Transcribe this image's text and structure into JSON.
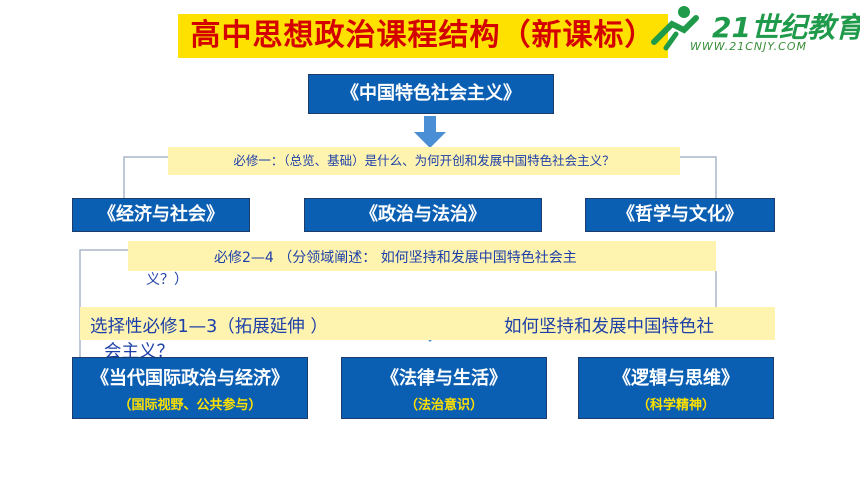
{
  "title": "高中思想政治课程结构（新课标）",
  "logo": {
    "brand": "21世纪教育",
    "url": "WWW.21CNJY.COM"
  },
  "top_box": "《中国特色社会主义》",
  "required_1": "必修一：（总览、基础）是什么、为何开创和发展中国特色社会主义？",
  "middle_boxes": [
    "《经济与社会》",
    "《政治与法治》",
    "《哲学与文化》"
  ],
  "required_2": {
    "line1": "必修2—4  （分领域阐述：   如何坚持和发展中国特色社会主",
    "line2": "义？）"
  },
  "elective": {
    "left": "选择性必修1—3（拓展延伸  ）",
    "right": "如何坚持和发展中国特色社",
    "cont": "会主义？"
  },
  "bottom_boxes": [
    {
      "name": "《当代国际政治与经济》",
      "sub": "（国际视野、公共参与）"
    },
    {
      "name": "《法律与生活》",
      "sub": "（法治意识）"
    },
    {
      "name": "《逻辑与思维》",
      "sub": "（科学精神）"
    }
  ],
  "colors": {
    "box_blue": "#0b5fb3",
    "title_bg": "#ffe100",
    "title_text": "#d40000",
    "note_bg": "#fff3b0",
    "note_text": "#1c3fa8",
    "arrow": "#4a8fd6"
  }
}
